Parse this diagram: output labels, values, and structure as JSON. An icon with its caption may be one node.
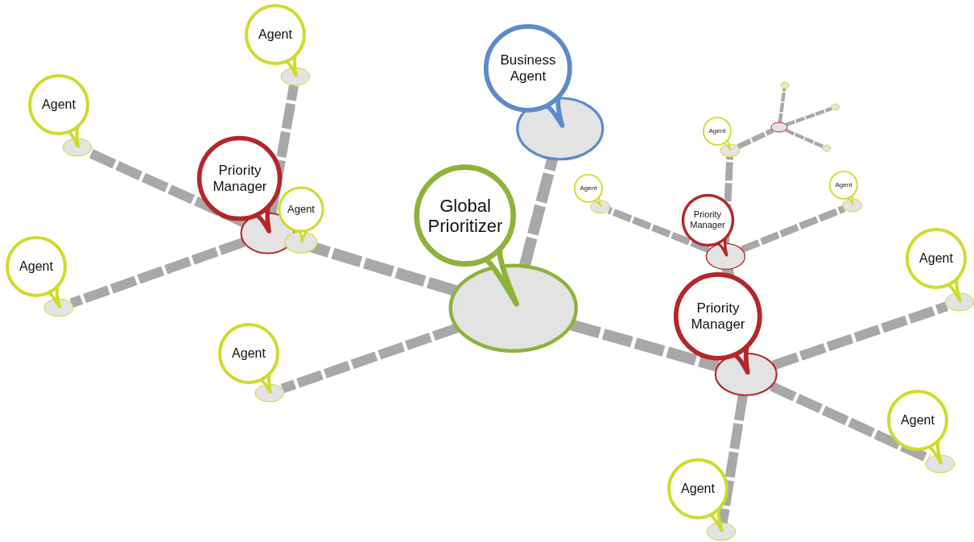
{
  "diagram": {
    "nodes": [
      {
        "text": [
          "Global Prioritizer"
        ]
      },
      {
        "text": [
          "Business Agent"
        ]
      },
      {
        "text": [
          "Priority Manager"
        ]
      },
      {
        "text": [
          "Agent"
        ]
      },
      {
        "text": [
          "Agent"
        ]
      },
      {
        "text": [
          "Agent"
        ]
      },
      {
        "text": [
          "Agent"
        ]
      },
      {
        "text": [
          "Agent"
        ]
      },
      {
        "text": [
          "Priority Manager"
        ]
      },
      {
        "text": [
          "Agent"
        ]
      },
      {
        "text": [
          "Agent"
        ]
      },
      {
        "text": [
          "Agent"
        ]
      },
      {
        "text": [
          "Priority Manager"
        ]
      },
      {
        "text": [
          "Agent"
        ]
      },
      {
        "text": [
          "Agent"
        ]
      },
      {
        "text": [
          "Agent"
        ]
      },
      {
        "text": [],
        "shape": "circle"
      },
      {
        "text": [],
        "shape": "circle"
      },
      {
        "text": [],
        "shape": "circle"
      },
      {
        "text": [],
        "shape": "circle"
      }
    ],
    "edges": [
      {
        "from": 0,
        "to": 1,
        "arrow": "none"
      },
      {
        "from": 0,
        "to": 2,
        "arrow": "none"
      },
      {
        "from": 0,
        "to": 7,
        "arrow": "none"
      },
      {
        "from": 0,
        "to": 8,
        "arrow": "none"
      },
      {
        "from": 2,
        "to": 3,
        "arrow": "none"
      },
      {
        "from": 2,
        "to": 4,
        "arrow": "none"
      },
      {
        "from": 2,
        "to": 5,
        "arrow": "none"
      },
      {
        "from": 8,
        "to": 9,
        "arrow": "none"
      },
      {
        "from": 8,
        "to": 10,
        "arrow": "none"
      },
      {
        "from": 8,
        "to": 11,
        "arrow": "none"
      },
      {
        "from": 8,
        "to": 12,
        "arrow": "none"
      },
      {
        "from": 12,
        "to": 13,
        "arrow": "none"
      },
      {
        "from": 12,
        "to": 14,
        "arrow": "none"
      },
      {
        "from": 12,
        "to": 15,
        "arrow": "none"
      },
      {
        "from": 15,
        "to": 16,
        "arrow": "none"
      },
      {
        "from": 16,
        "to": 17,
        "arrow": "none"
      },
      {
        "from": 16,
        "to": 18,
        "arrow": "none"
      },
      {
        "from": 16,
        "to": 19,
        "arrow": "none"
      }
    ]
  }
}
